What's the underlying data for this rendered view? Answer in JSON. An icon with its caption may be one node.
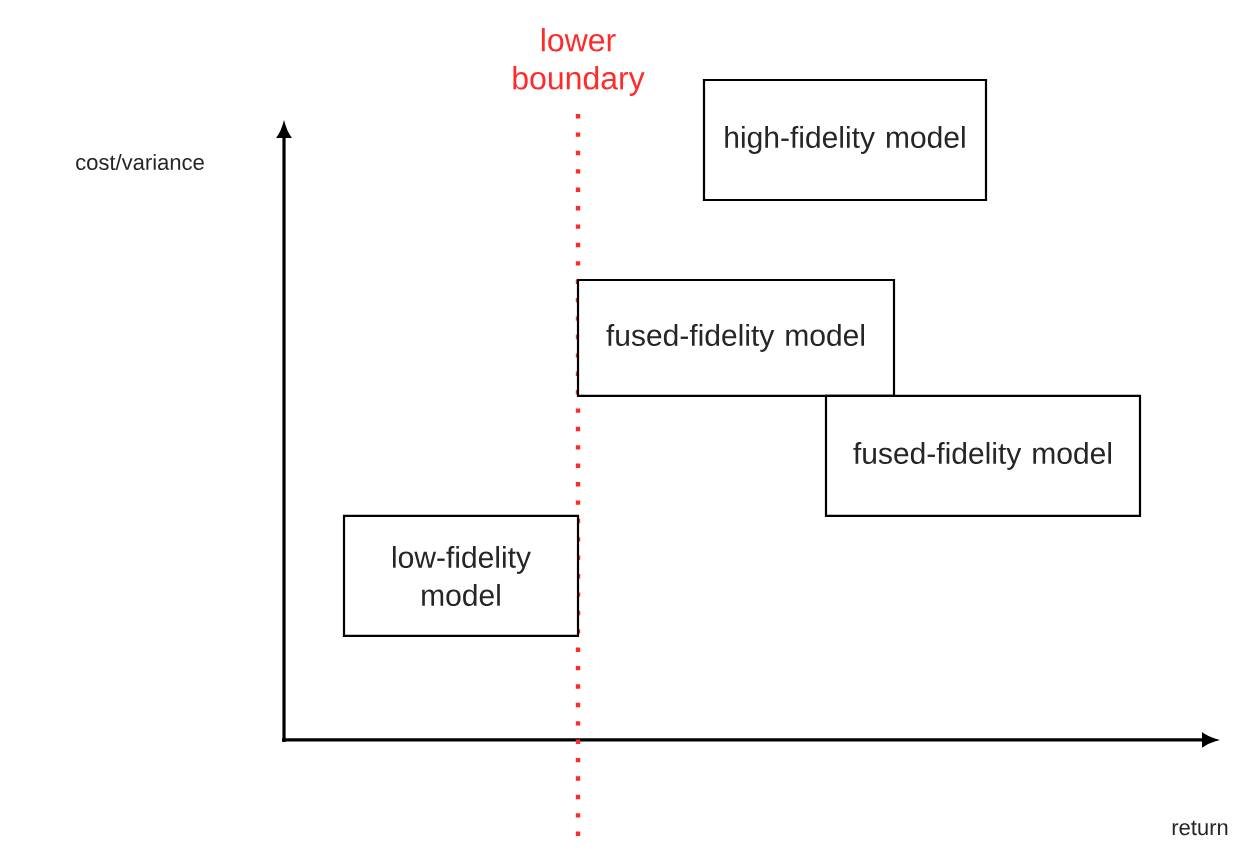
{
  "diagram": {
    "nodes": [
      {
        "text": [
          "high-fidelity model"
        ]
      },
      {
        "text": [
          "fused-fidelity model"
        ]
      },
      {
        "text": [
          "fused-fidelity model"
        ]
      },
      {
        "text": [
          "low-fidelity model"
        ]
      }
    ],
    "labels": [
      "lower boundary",
      "cost/variance",
      "return"
    ]
  }
}
